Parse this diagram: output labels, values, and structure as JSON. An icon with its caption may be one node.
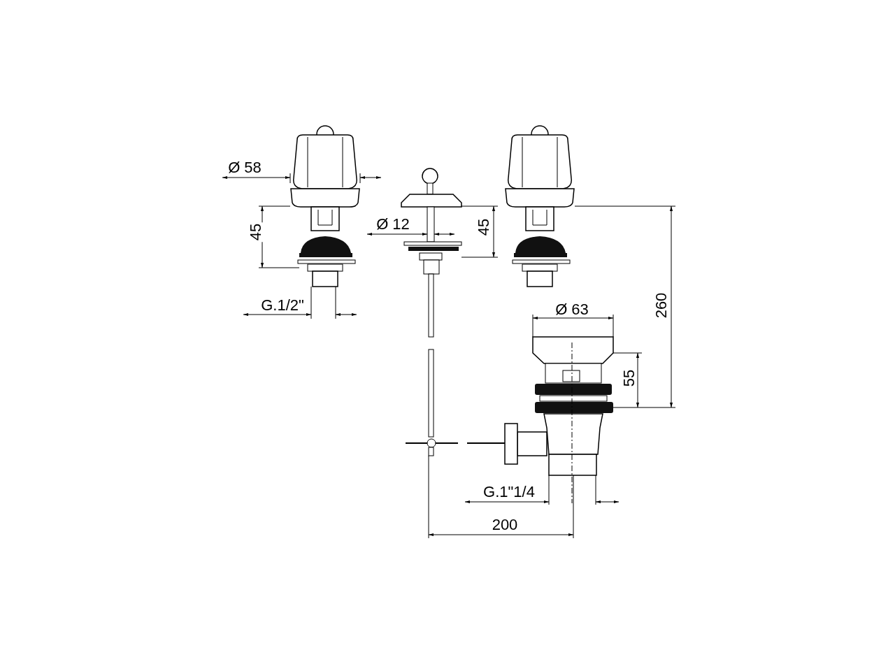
{
  "diagram": {
    "labels": [
      "Ø 58",
      "45",
      "Ø 12",
      "45",
      "G.1/2\"",
      "Ø 63",
      "260",
      "55",
      "G.1\"1/4",
      "200"
    ]
  }
}
